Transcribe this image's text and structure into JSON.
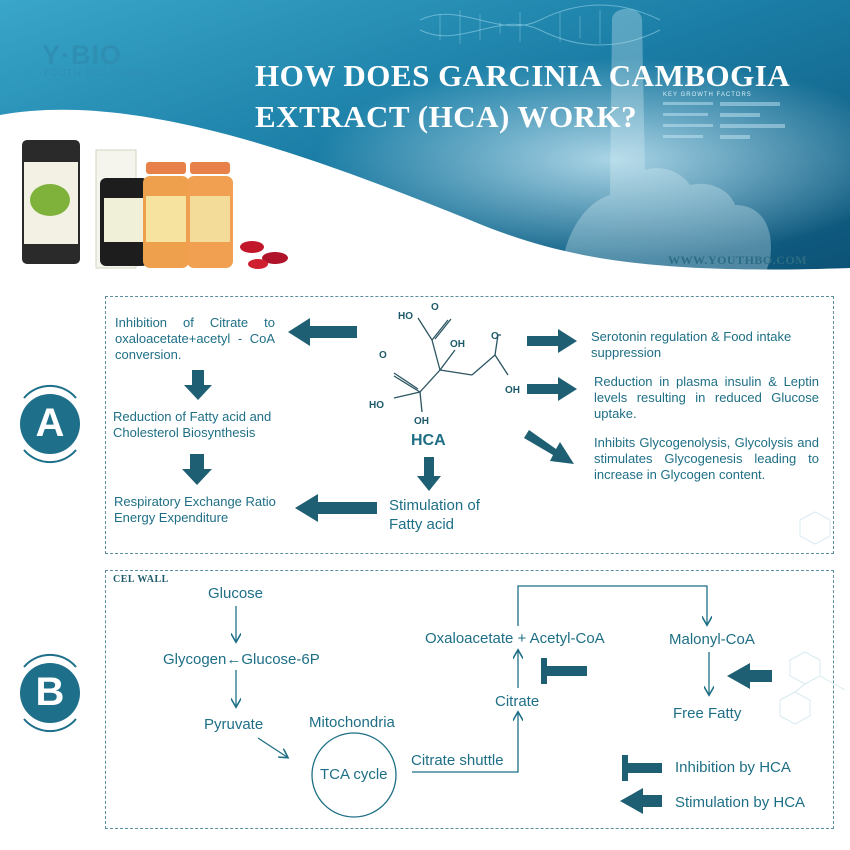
{
  "header": {
    "title_line1": "HOW DOES GARCINIA CAMBOGIA",
    "title_line2": "EXTRACT (HCA) WORK?",
    "logo_text": "Y·BIO",
    "logo_sub": "YOUTH BIO-PHARM",
    "website": "WWW.YOUTHBO.COM",
    "hero_caption": "KEY GROWTH FACTORS"
  },
  "section_a": {
    "badge": "A",
    "left": {
      "step1": "Inhibition of Citrate to oxaloacetate+acetyl - CoA conversion.",
      "step2": "Reduction of Fatty acid and Cholesterol Biosynthesis",
      "step3": "Respiratory Exchange Ratio Energy Expenditure"
    },
    "molecule": {
      "name": "HCA",
      "groups": [
        "HO",
        "O",
        "OH",
        "O",
        "OH",
        "O",
        "HO",
        "OH"
      ]
    },
    "stimulation": "Stimulation of Fatty acid",
    "right": {
      "effect1": "Serotonin regulation & Food intake suppression",
      "effect2": "Reduction in plasma insulin & Leptin levels resulting in reduced Glucose uptake.",
      "effect3": "Inhibits Glycogenolysis, Glycolysis and stimulates Glycogenesis leading to increase in Glycogen content."
    }
  },
  "section_b": {
    "badge": "B",
    "cel_wall": "CEL WALL",
    "glucose": "Glucose",
    "glycogen": "Glycogen←Glucose-6P",
    "pyruvate": "Pyruvate",
    "mitochondria": "Mitochondria",
    "tca": "TCA cycle",
    "citrate_shuttle": "Citrate shuttle",
    "citrate": "Citrate",
    "oxaloacetate": "Oxaloacetate + Acetyl-CoA",
    "malonyl": "Malonyl-CoA",
    "free_fatty": "Free Fatty",
    "legend_inhibition": "Inhibition by HCA",
    "legend_stimulation": "Stimulation by HCA"
  },
  "colors": {
    "accent": "#1e6f86",
    "arrow": "#1f5f73",
    "badge": "#1d6f8a",
    "hero_dark": "#0f4f73",
    "hero_light": "#4fb3d3"
  }
}
